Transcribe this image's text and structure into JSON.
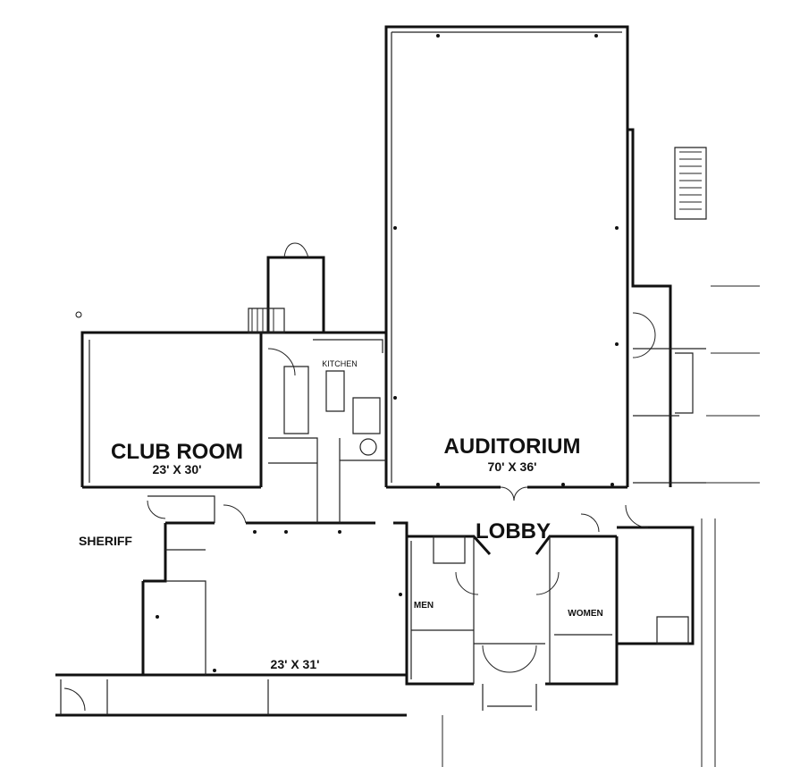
{
  "plan": {
    "rooms": {
      "club_room": {
        "name": "CLUB ROOM",
        "size": "23' X 30'"
      },
      "kitchen": {
        "name": "KITCHEN"
      },
      "auditorium": {
        "name": "AUDITORIUM",
        "size": "70' X 36'"
      },
      "lobby": {
        "name": "LOBBY"
      },
      "sheriff": {
        "name": "SHERIFF"
      },
      "men": {
        "name": "MEN"
      },
      "women": {
        "name": "WOMEN"
      },
      "sheriff_room": {
        "size": "23' X 31'"
      }
    },
    "line_color": "#111111",
    "background": "#ffffff"
  }
}
